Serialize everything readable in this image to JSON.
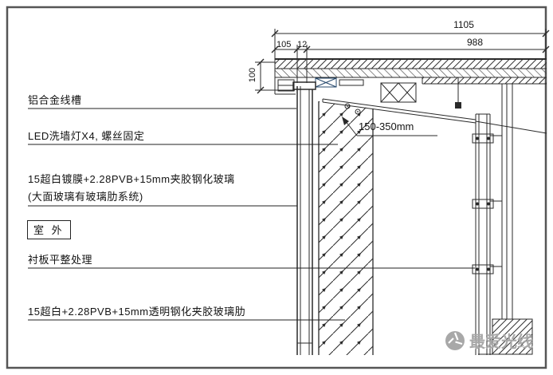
{
  "labels": {
    "aluminum_trough": "铝合金线槽",
    "led_light": "LED洗墙灯X4, 螺丝固定",
    "glass_main_1": "15超白镀膜+2.28PVB+15mm夹胶钢化玻璃",
    "glass_main_2": "(大面玻璃有玻璃肋系统)",
    "outdoor": "室 外",
    "liner": "衬板平整处理",
    "glass_rib": "15超白+2.28PVB+15mm透明钢化夹胶玻璃肋"
  },
  "dimensions": {
    "total": "1105",
    "right_span": "988",
    "seg_105": "105",
    "seg_12": "12",
    "vert_100": "100",
    "soffit_range": "150-350mm"
  },
  "watermark": {
    "text": "最爱光线"
  },
  "colors": {
    "line": "#2a2a2a",
    "border": "#555555",
    "accent_blue": "#27496d",
    "watermark_gray": "#a8a8a8"
  }
}
